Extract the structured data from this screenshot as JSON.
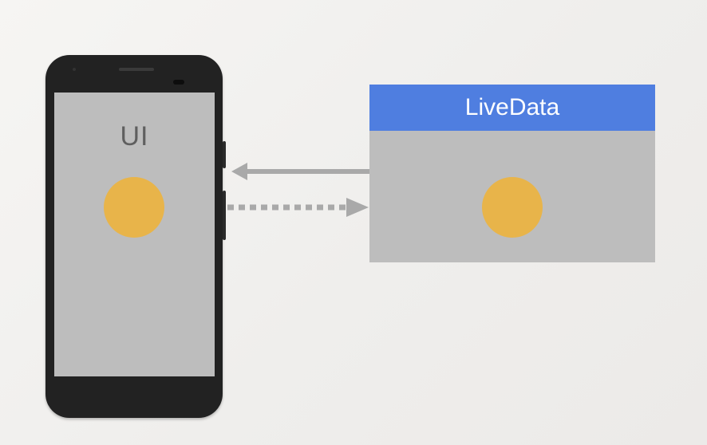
{
  "phone": {
    "screen_label": "UI"
  },
  "livedata": {
    "title": "LiveData",
    "header_color": "#4f7ee0"
  },
  "colors": {
    "dot": "#e8b44a",
    "panel": "#bdbdbd",
    "arrow": "#a9a9a9",
    "phone_body": "#222222"
  },
  "arrows": [
    {
      "from": "livedata",
      "to": "ui",
      "style": "solid"
    },
    {
      "from": "ui",
      "to": "livedata",
      "style": "dotted"
    }
  ]
}
